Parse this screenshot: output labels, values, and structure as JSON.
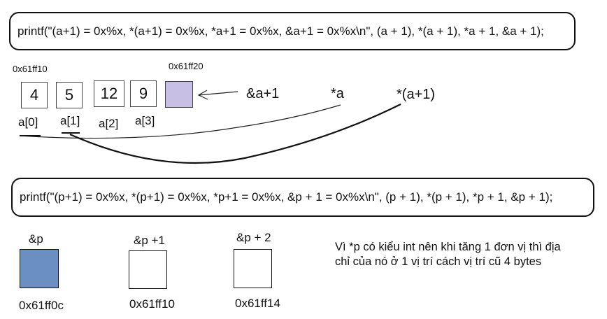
{
  "code_line_1": "printf(\"(a+1) = 0x%x, *(a+1) = 0x%x, *a+1 = 0x%x, &a+1 = 0x%x\\n\", (a + 1), *(a + 1), *a + 1, &a + 1);",
  "code_line_2": "printf(\"(p+1) = 0x%x, *(p+1) = 0x%x, *p+1 = 0x%x, &p + 1 = 0x%x\\n\", (p + 1), *(p + 1), *p + 1, &p + 1);",
  "array": {
    "start_address": "0x61ff10",
    "end_address": "0x61ff20",
    "cells": [
      {
        "value": "4",
        "label": "a[0]"
      },
      {
        "value": "5",
        "label": "a[1]"
      },
      {
        "value": "12",
        "label": "a[2]"
      },
      {
        "value": "9",
        "label": "a[3]"
      }
    ],
    "next_cell_color": "#c8c0e4"
  },
  "annotations": {
    "addr_a_plus_1": "&a+1",
    "deref_a": "*a",
    "deref_a_plus_1": "*(a+1)"
  },
  "pointer_boxes": [
    {
      "label": "&p",
      "address": "0x61ff0c",
      "fill": "#6b8fc0"
    },
    {
      "label": "&p +1",
      "address": "0x61ff10",
      "fill": "#ffffff"
    },
    {
      "label": "&p + 2",
      "address": "0x61ff14",
      "fill": "#ffffff"
    }
  ],
  "note": {
    "line1": "Vì *p có kiểu int nên khi tăng 1 đơn vị thì địa",
    "line2": "chỉ của nó ở 1 vị trí cách vị trí cũ 4 bytes"
  }
}
